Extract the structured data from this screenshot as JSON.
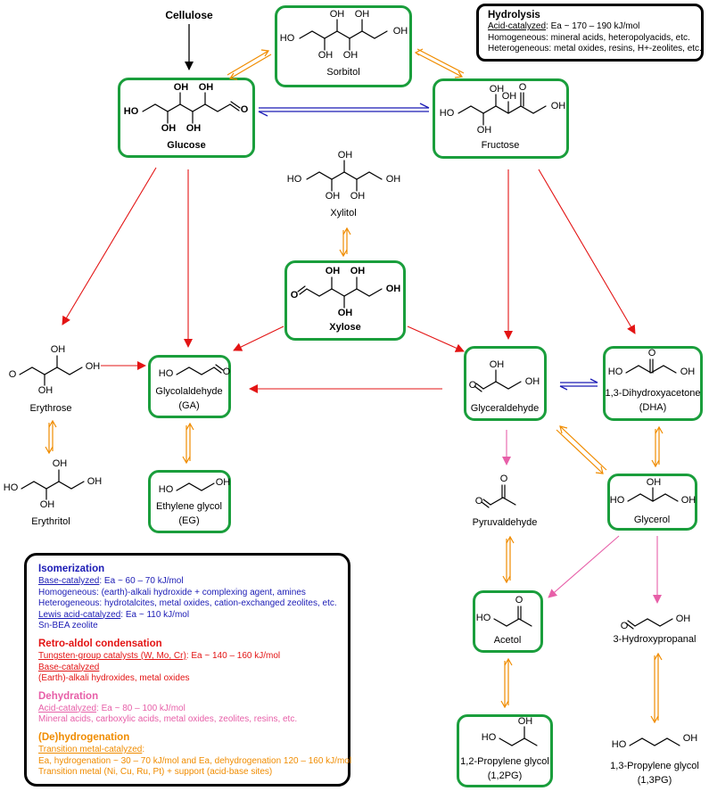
{
  "colors": {
    "box_border": "#1a9e3c",
    "isomerization": "#1b1bb5",
    "retro_aldol": "#e31414",
    "dehydration": "#e75fa8",
    "hydrogenation": "#f08c00"
  },
  "feedstock": "Cellulose",
  "molecules": {
    "sorbitol": "Sorbitol",
    "glucose": "Glucose",
    "fructose": "Fructose",
    "xylitol": "Xylitol",
    "xylose": "Xylose",
    "erythrose": "Erythrose",
    "erythritol": "Erythritol",
    "glycolaldehyde": "Glycolaldehyde",
    "glycolaldehyde_abbr": "(GA)",
    "ethylene_glycol": "Ethylene glycol",
    "ethylene_glycol_abbr": "(EG)",
    "glyceraldehyde": "Glyceraldehyde",
    "dha": "1,3-Dihydroxyacetone",
    "dha_abbr": "(DHA)",
    "pyruvaldehyde": "Pyruvaldehyde",
    "glycerol": "Glycerol",
    "acetol": "Acetol",
    "hydroxypropanal": "3-Hydroxypropanal",
    "pg12": "1,2-Propylene glycol",
    "pg12_abbr": "(1,2PG)",
    "pg13": "1,3-Propylene glycol",
    "pg13_abbr": "(1,3PG)"
  },
  "atoms": {
    "oh": "OH",
    "ho": "HO",
    "o": "O"
  },
  "hydrolysis": {
    "title": "Hydrolysis",
    "line1_u": "Acid-catalyzed",
    "line1_rest": ": Ea ~ 170 – 190 kJ/mol",
    "line2": "Homogeneous: mineral acids, heteropolyacids, etc.",
    "line3": "Heterogeneous: metal oxides, resins, H+-zeolites, etc."
  },
  "legend": {
    "isomerization": {
      "title": "Isomerization",
      "l1_u": "Base-catalyzed",
      "l1_rest": ": Ea ~ 60 – 70 kJ/mol",
      "l2": "Homogeneous: (earth)-alkali hydroxide + complexing agent, amines",
      "l3": "Heterogeneous: hydrotalcites, metal oxides, cation-exchanged zeolites, etc.",
      "l4_u": "Lewis acid-catalyzed",
      "l4_rest": ": Ea ~ 110 kJ/mol",
      "l5": "Sn-BEA zeolite"
    },
    "retro_aldol": {
      "title": "Retro-aldol condensation",
      "l1_u": "Tungsten-group catalysts (W, Mo, Cr)",
      "l1_rest": ": Ea ~ 140 – 160 kJ/mol",
      "l2_u": "Base-catalyzed",
      "l3": "(Earth)-alkali hydroxides, metal oxides"
    },
    "dehydration": {
      "title": "Dehydration",
      "l1_u": "Acid-catalyzed",
      "l1_rest": ": Ea ~ 80 – 100 kJ/mol",
      "l2": "Mineral acids, carboxylic acids, metal oxides, zeolites, resins, etc."
    },
    "hydrogenation": {
      "title": "(De)hydrogenation",
      "l1_u": "Transition metal-catalyzed",
      "l1_tail": ":",
      "l2": "Ea, hydrogenation ~ 30 – 70 kJ/mol and Ea, dehydrogenation 120 – 160 kJ/mol",
      "l3": "Transition metal (Ni, Cu, Ru, Pt) + support (acid-base sites)"
    }
  }
}
